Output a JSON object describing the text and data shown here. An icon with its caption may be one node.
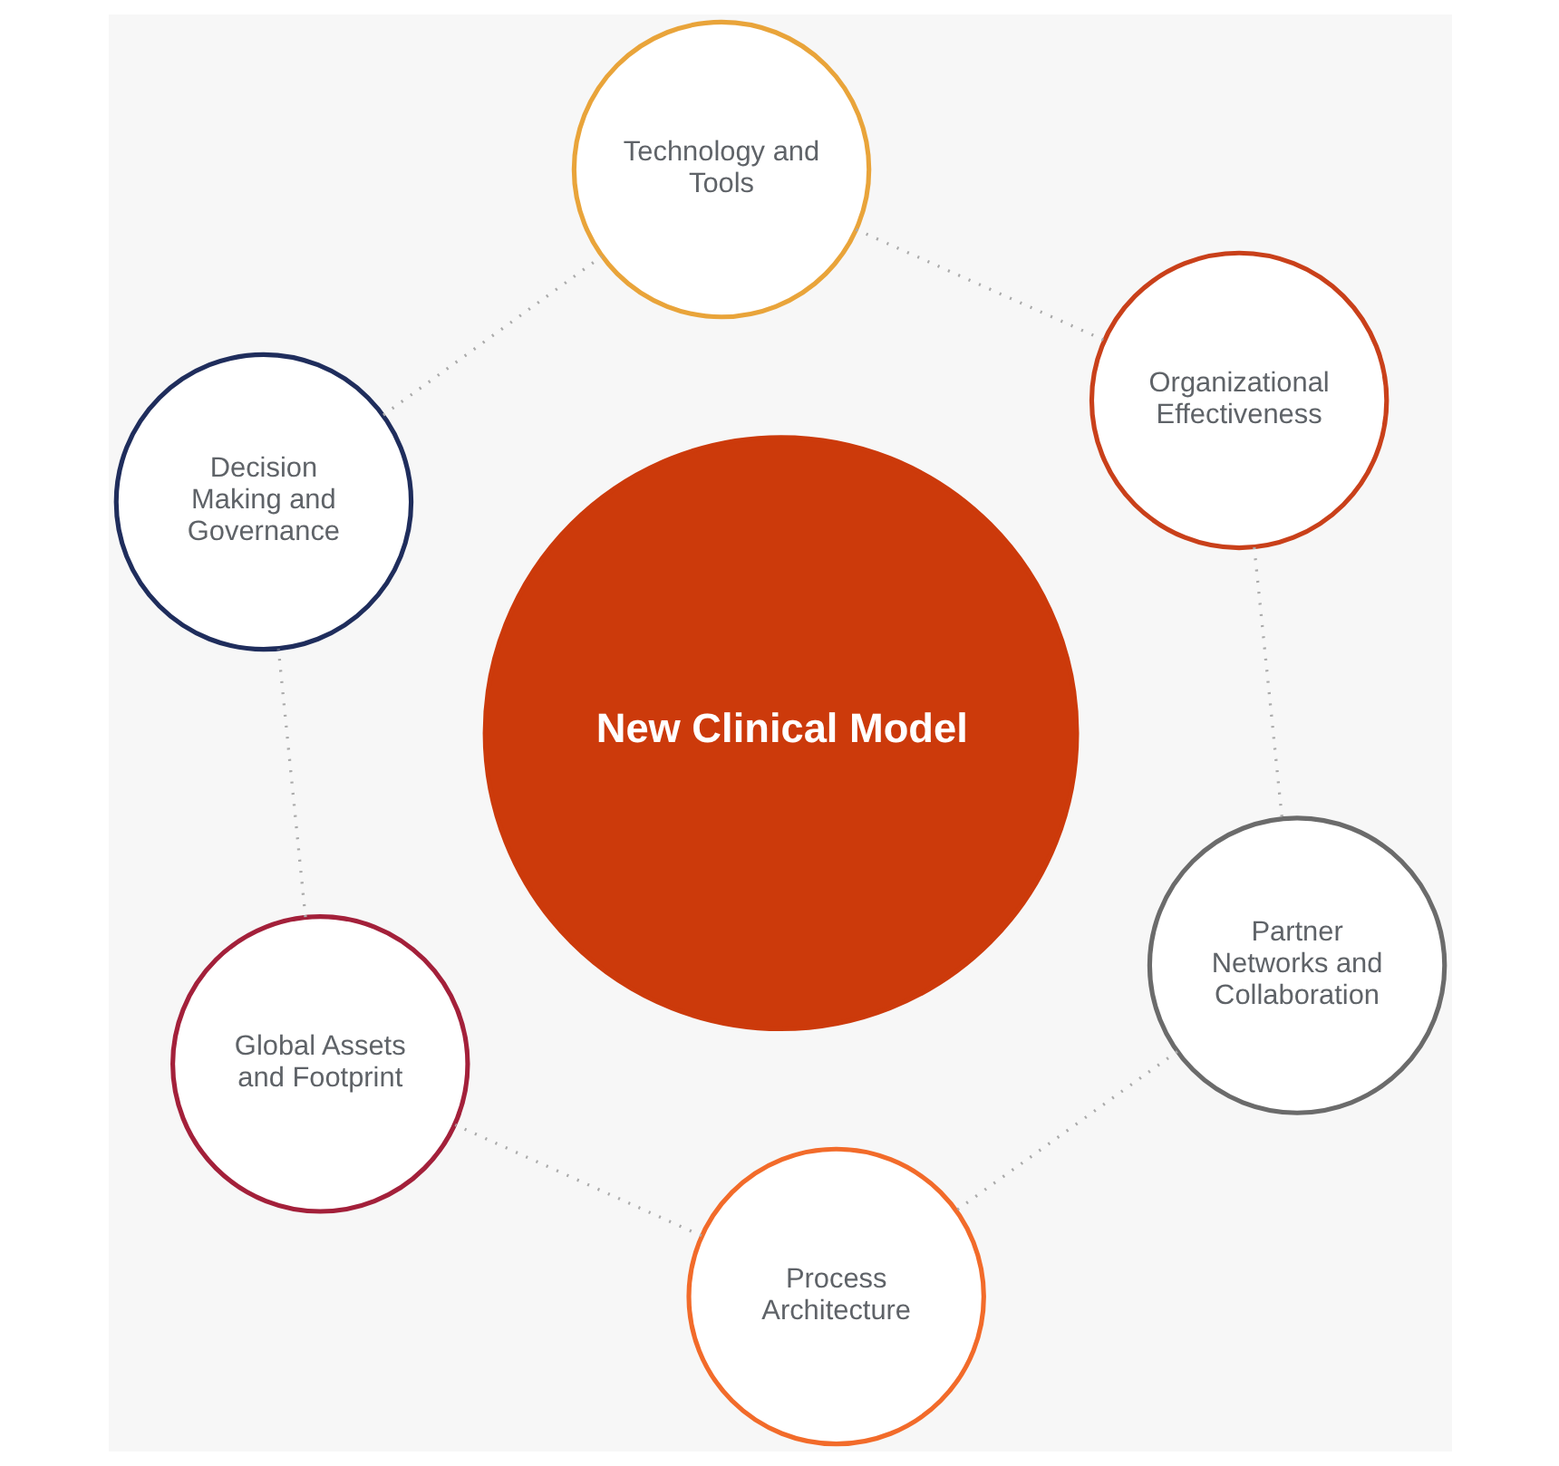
{
  "diagram": {
    "nodes": [
      {
        "text": [
          "Technology and Tools"
        ]
      },
      {
        "text": [
          "Organizational Effectiveness"
        ]
      },
      {
        "text": [
          "Decision Making and Governance"
        ]
      },
      {
        "text": [
          "New Clinical Model"
        ]
      },
      {
        "text": [
          "Partner Networks and Collaboration"
        ]
      },
      {
        "text": [
          "Global Assets and Footprint"
        ]
      },
      {
        "text": [
          "Process Architecture"
        ]
      }
    ],
    "edges": [
      {
        "from": 0,
        "to": 1,
        "arrow": "none",
        "style": "dashed"
      },
      {
        "from": 1,
        "to": 4,
        "arrow": "none",
        "style": "dashed"
      },
      {
        "from": 4,
        "to": 6,
        "arrow": "none",
        "style": "dashed"
      },
      {
        "from": 6,
        "to": 5,
        "arrow": "none",
        "style": "dashed"
      },
      {
        "from": 5,
        "to": 2,
        "arrow": "none",
        "style": "dashed"
      },
      {
        "from": 2,
        "to": 0,
        "arrow": "none",
        "style": "dashed"
      }
    ]
  }
}
